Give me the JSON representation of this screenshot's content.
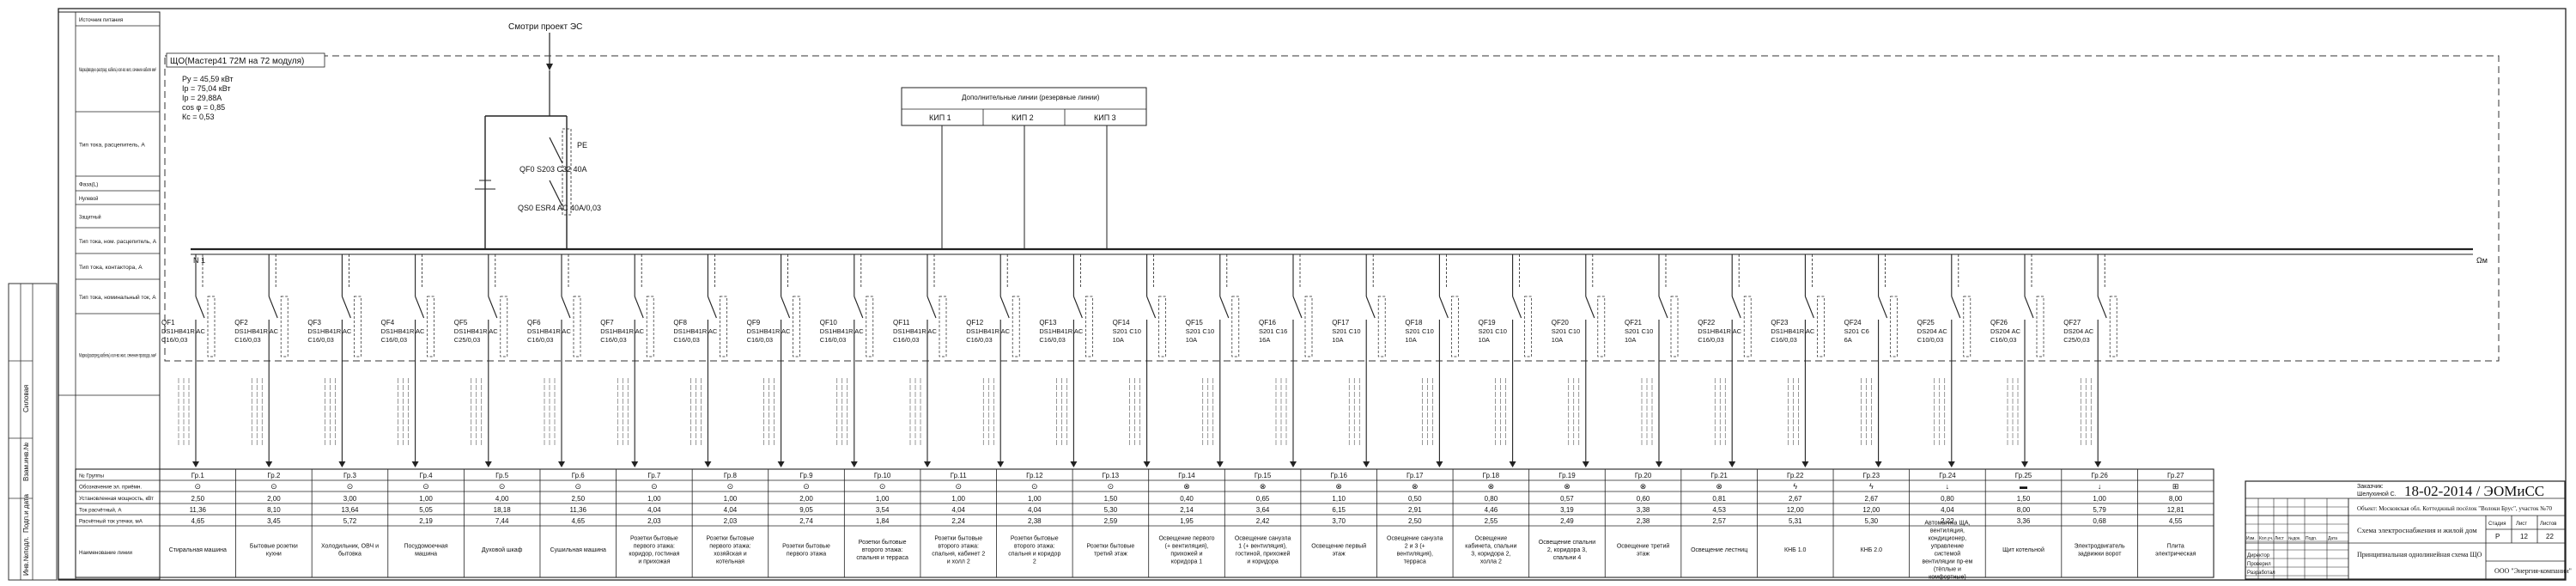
{
  "left_panel": {
    "rows": [
      "Источник питания",
      "Марка(вводно-распред. кабель) кол-во жил, сечение кабеля мм²",
      "Тип тока, расцепитель, А",
      "Фаза(L)",
      "Нулевой",
      "Защитный",
      "Тип тока, ном. расцепитель, А",
      "Тип тока, контактора, А",
      "Тип тока, номинальный ток, А",
      "Марка(распред.кабель) кол-во жил, сечение провода, мм²"
    ],
    "side_labels": [
      "Силовая",
      "Взам.инв.№",
      "Подп.и дата",
      "Инв.№подл."
    ]
  },
  "top": {
    "source_label": "Смотри проект ЭС",
    "panel_label": "ЩО(Мастер41 72М на 72 модуля)",
    "params": [
      "Ру = 45,59 кВт",
      "Ір = 75,04 кВт",
      "Ір = 29,88А",
      "cos φ = 0,85",
      "Кс = 0,53"
    ],
    "aux_box_title": "Дополнительные линии (резервные линии)",
    "aux_lines": [
      "КИП 1",
      "КИП 2",
      "КИП 3"
    ],
    "bus_left": "N 1",
    "bus_right": "Ωм",
    "qf0": "QF0 S203 C32 40А",
    "qs0": "QS0 ESR4 AC 40А/0,03",
    "pe_label": "PE"
  },
  "breakers": [
    {
      "id": "QF1",
      "type": "DS1HB41R AC",
      "rating": "C16/0,03"
    },
    {
      "id": "QF2",
      "type": "DS1HB41R AC",
      "rating": "C16/0,03"
    },
    {
      "id": "QF3",
      "type": "DS1HB41R AC",
      "rating": "C16/0,03"
    },
    {
      "id": "QF4",
      "type": "DS1HB41R AC",
      "rating": "C16/0,03"
    },
    {
      "id": "QF5",
      "type": "DS1HB41R AC",
      "rating": "C25/0,03"
    },
    {
      "id": "QF6",
      "type": "DS1HB41R AC",
      "rating": "C16/0,03"
    },
    {
      "id": "QF7",
      "type": "DS1HB41R AC",
      "rating": "C16/0,03"
    },
    {
      "id": "QF8",
      "type": "DS1HB41R AC",
      "rating": "C16/0,03"
    },
    {
      "id": "QF9",
      "type": "DS1HB41R AC",
      "rating": "C16/0,03"
    },
    {
      "id": "QF10",
      "type": "DS1HB41R AC",
      "rating": "C16/0,03"
    },
    {
      "id": "QF11",
      "type": "DS1HB41R AC",
      "rating": "C16/0,03"
    },
    {
      "id": "QF12",
      "type": "DS1HB41R AC",
      "rating": "C16/0,03"
    },
    {
      "id": "QF13",
      "type": "DS1HB41R AC",
      "rating": "C16/0,03"
    },
    {
      "id": "QF14",
      "type": "S201 C10",
      "rating": "10А"
    },
    {
      "id": "QF15",
      "type": "S201 C10",
      "rating": "10А"
    },
    {
      "id": "QF16",
      "type": "S201 C16",
      "rating": "16А"
    },
    {
      "id": "QF17",
      "type": "S201 C10",
      "rating": "10А"
    },
    {
      "id": "QF18",
      "type": "S201 C10",
      "rating": "10А"
    },
    {
      "id": "QF19",
      "type": "S201 C10",
      "rating": "10А"
    },
    {
      "id": "QF20",
      "type": "S201 C10",
      "rating": "10А"
    },
    {
      "id": "QF21",
      "type": "S201 C10",
      "rating": "10А"
    },
    {
      "id": "QF22",
      "type": "DS1HB41R AC",
      "rating": "C16/0,03"
    },
    {
      "id": "QF23",
      "type": "DS1HB41R AC",
      "rating": "C16/0,03"
    },
    {
      "id": "QF24",
      "type": "S201 C6",
      "rating": "6А"
    },
    {
      "id": "QF25",
      "type": "DS204 AC",
      "rating": "C10/0,03"
    },
    {
      "id": "QF26",
      "type": "DS204 AC",
      "rating": "C16/0,03"
    },
    {
      "id": "QF27",
      "type": "DS204 AC",
      "rating": "C25/0,03"
    }
  ],
  "table": {
    "row_labels": [
      "№ Группы",
      "Обозначение эл. приёмн.",
      "Установленная мощность, кВт",
      "Ток расчётный, А",
      "Расчётный ток утечки, мА",
      "Наименование линии"
    ],
    "groups": [
      {
        "g": "Гр.1",
        "p": "2,50",
        "i": "11,36",
        "leak": "4,65",
        "name": "Стиральная машина"
      },
      {
        "g": "Гр.2",
        "p": "2,00",
        "i": "8,10",
        "leak": "3,45",
        "name": "Бытовые розетки кухни"
      },
      {
        "g": "Гр.3",
        "p": "3,00",
        "i": "13,64",
        "leak": "5,72",
        "name": "Холодильник, ОВЧ и бытовка"
      },
      {
        "g": "Гр.4",
        "p": "1,00",
        "i": "5,05",
        "leak": "2,19",
        "name": "Посудомоечная машина"
      },
      {
        "g": "Гр.5",
        "p": "4,00",
        "i": "18,18",
        "leak": "7,44",
        "name": "Духовой шкаф"
      },
      {
        "g": "Гр.6",
        "p": "2,50",
        "i": "11,36",
        "leak": "4,65",
        "name": "Сушильная машина"
      },
      {
        "g": "Гр.7",
        "p": "1,00",
        "i": "4,04",
        "leak": "2,03",
        "name": "Розетки бытовые первого этажа: коридор, гостиная и прихожая"
      },
      {
        "g": "Гр.8",
        "p": "1,00",
        "i": "4,04",
        "leak": "2,03",
        "name": "Розетки бытовые первого этажа: хозяйская и котельная"
      },
      {
        "g": "Гр.9",
        "p": "2,00",
        "i": "9,05",
        "leak": "2,74",
        "name": "Розетки бытовые первого этажа"
      },
      {
        "g": "Гр.10",
        "p": "1,00",
        "i": "3,54",
        "leak": "1,84",
        "name": "Розетки бытовые второго этажа: спальня и терраса"
      },
      {
        "g": "Гр.11",
        "p": "1,00",
        "i": "4,04",
        "leak": "2,24",
        "name": "Розетки бытовые второго этажа: спальня, кабинет 2 и холл 2"
      },
      {
        "g": "Гр.12",
        "p": "1,00",
        "i": "4,04",
        "leak": "2,38",
        "name": "Розетки бытовые второго этажа: спальня и коридор 2"
      },
      {
        "g": "Гр.13",
        "p": "1,50",
        "i": "5,30",
        "leak": "2,59",
        "name": "Розетки бытовые третий этаж"
      },
      {
        "g": "Гр.14",
        "p": "0,40",
        "i": "2,14",
        "leak": "1,95",
        "name": "Освещение первого (+ вентиляция), прихожей и коридора 1"
      },
      {
        "g": "Гр.15",
        "p": "0,65",
        "i": "3,64",
        "leak": "2,42",
        "name": "Освещение санузла 1 (+ вентиляция), гостиной, прихожей и коридора"
      },
      {
        "g": "Гр.16",
        "p": "1,10",
        "i": "6,15",
        "leak": "3,70",
        "name": "Освещение первый этаж"
      },
      {
        "g": "Гр.17",
        "p": "0,50",
        "i": "2,91",
        "leak": "2,50",
        "name": "Освещение санузла 2 и 3 (+ вентиляция), терраса"
      },
      {
        "g": "Гр.18",
        "p": "0,80",
        "i": "4,46",
        "leak": "2,55",
        "name": "Освещение кабинета, спальни 3, коридора 2, холла 2"
      },
      {
        "g": "Гр.19",
        "p": "0,57",
        "i": "3,19",
        "leak": "2,49",
        "name": "Освещение спальни 2, коридора 3, спальни 4"
      },
      {
        "g": "Гр.20",
        "p": "0,60",
        "i": "3,38",
        "leak": "2,38",
        "name": "Освещение третий этаж"
      },
      {
        "g": "Гр.21",
        "p": "0,81",
        "i": "4,53",
        "leak": "2,57",
        "name": "Освещение лестниц"
      },
      {
        "g": "Гр.22",
        "p": "2,67",
        "i": "12,00",
        "leak": "5,31",
        "name": "КНБ 1.0"
      },
      {
        "g": "Гр.23",
        "p": "2,67",
        "i": "12,00",
        "leak": "5,30",
        "name": "КНБ 2.0"
      },
      {
        "g": "Гр.24",
        "p": "0,80",
        "i": "4,04",
        "leak": "2,22",
        "name": "Автоматика ЩА, вентиляция, кондиционер, управление системой вентиляции пр-ем (тёплые и комфортные)"
      },
      {
        "g": "Гр.25",
        "p": "1,50",
        "i": "8,00",
        "leak": "3,36",
        "name": "Щит котельной"
      },
      {
        "g": "Гр.26",
        "p": "1,00",
        "i": "5,79",
        "leak": "0,68",
        "name": "Электродвигатель задвижки ворот"
      },
      {
        "g": "Гр.27",
        "p": "8,00",
        "i": "12,81",
        "leak": "4,55",
        "name": "Плита электрическая"
      }
    ]
  },
  "title_block": {
    "customer_label": "Заказчик:",
    "customer": "Шелухиной С.",
    "stamp": "18-02-2014 / ЭОМиСС",
    "object": "Объект: Московская обл. Коттеджный посёлок \"Волоки Брус\", участок №70",
    "drawing": "Схема электроснабжения и жилой дом",
    "sheet_headers": [
      "Стадия",
      "Лист",
      "Листов"
    ],
    "sheet_values": [
      "Р",
      "12",
      "22"
    ],
    "schema": "Принципиальная однолинейная схема ЩО",
    "company": "ООО \"Энергия-компании\"",
    "roles": [
      "Директор",
      "Проверил",
      "Разработал"
    ],
    "cols": [
      "Изм.",
      "Кол.уч.",
      "Лист",
      "№док.",
      "Подп.",
      "Дата"
    ]
  }
}
